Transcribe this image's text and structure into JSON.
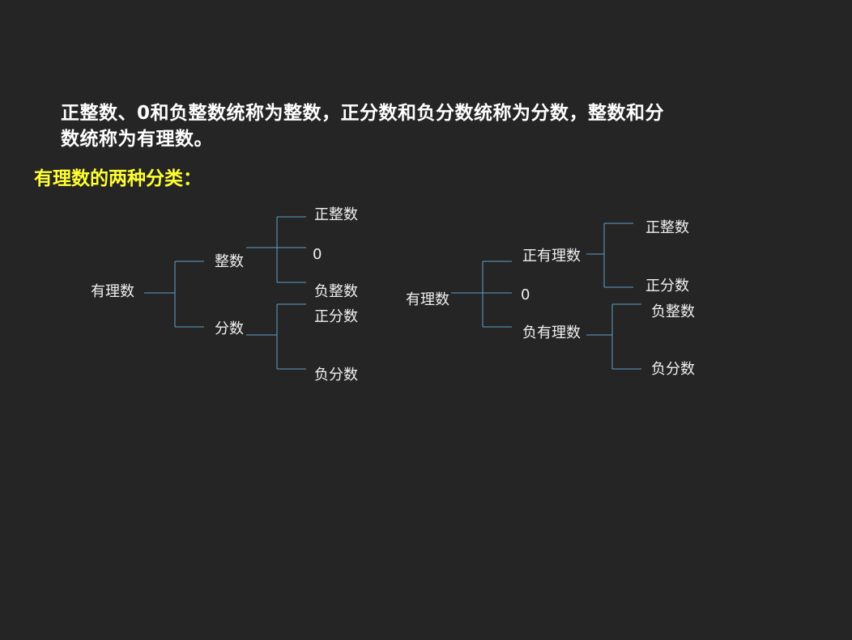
{
  "paragraph": {
    "line1": "正整数、0和负整数统称为整数，正分数和负分数统称为分数，整数和分",
    "line2": "数统称为有理数。"
  },
  "heading": "有理数的两种分类：",
  "tree1": {
    "root": "有理数",
    "integer": "整数",
    "positive_integer": "正整数",
    "zero": "0",
    "negative_integer": "负整数",
    "fraction": "分数",
    "positive_fraction": "正分数",
    "negative_fraction": "负分数"
  },
  "tree2": {
    "root": "有理数",
    "positive_rational": "正有理数",
    "positive_integer": "正整数",
    "positive_fraction": "正分数",
    "zero": "0",
    "negative_rational": "负有理数",
    "negative_integer": "负整数",
    "negative_fraction": "负分数"
  },
  "colors": {
    "background": "#252525",
    "text": "#ffffff",
    "heading": "#ffff33",
    "bracket": "#5fa0c8"
  }
}
